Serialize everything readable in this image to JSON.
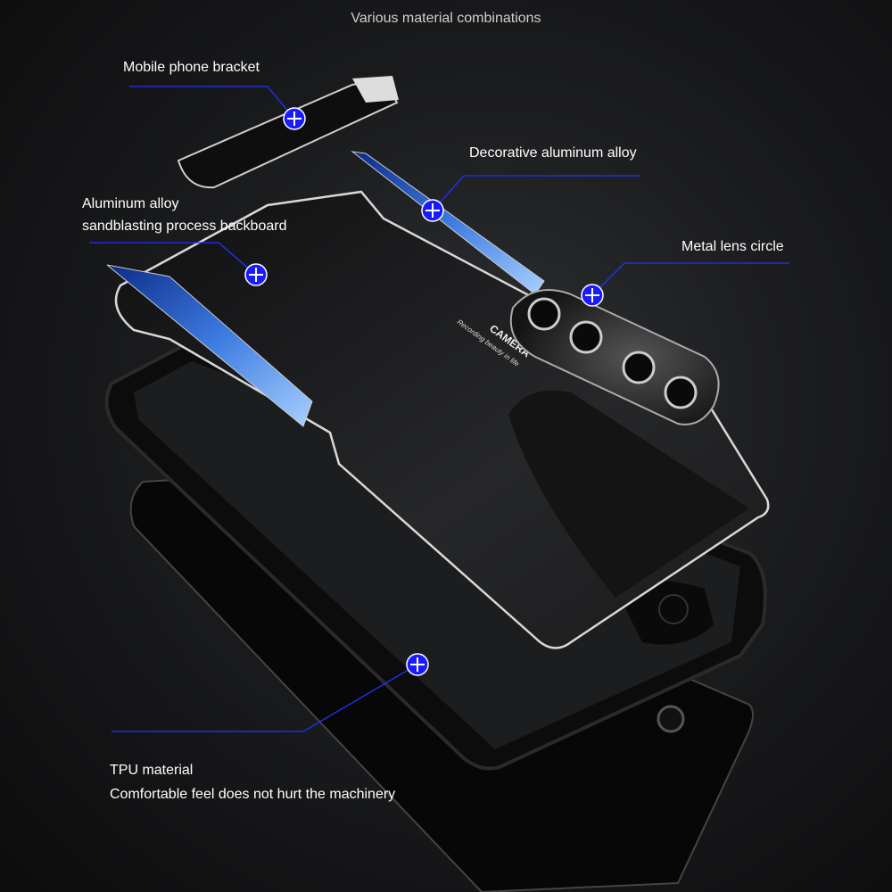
{
  "title": "Various material combinations",
  "labels": {
    "bracket": "Mobile phone bracket",
    "decorative": "Decorative aluminum alloy",
    "backboard_line1": "Aluminum alloy",
    "backboard_line2": "sandblasting process backboard",
    "lens": "Metal lens circle",
    "tpu_line1": "TPU material",
    "tpu_line2": "Comfortable feel does not hurt the machinery"
  },
  "backboard_print": {
    "brand": "CAMERA",
    "slogan": "Recording beauty in life"
  },
  "colors": {
    "marker": "#1a1aff",
    "leader_line": "#2233ff",
    "accent_blue": "#3d7be0"
  }
}
